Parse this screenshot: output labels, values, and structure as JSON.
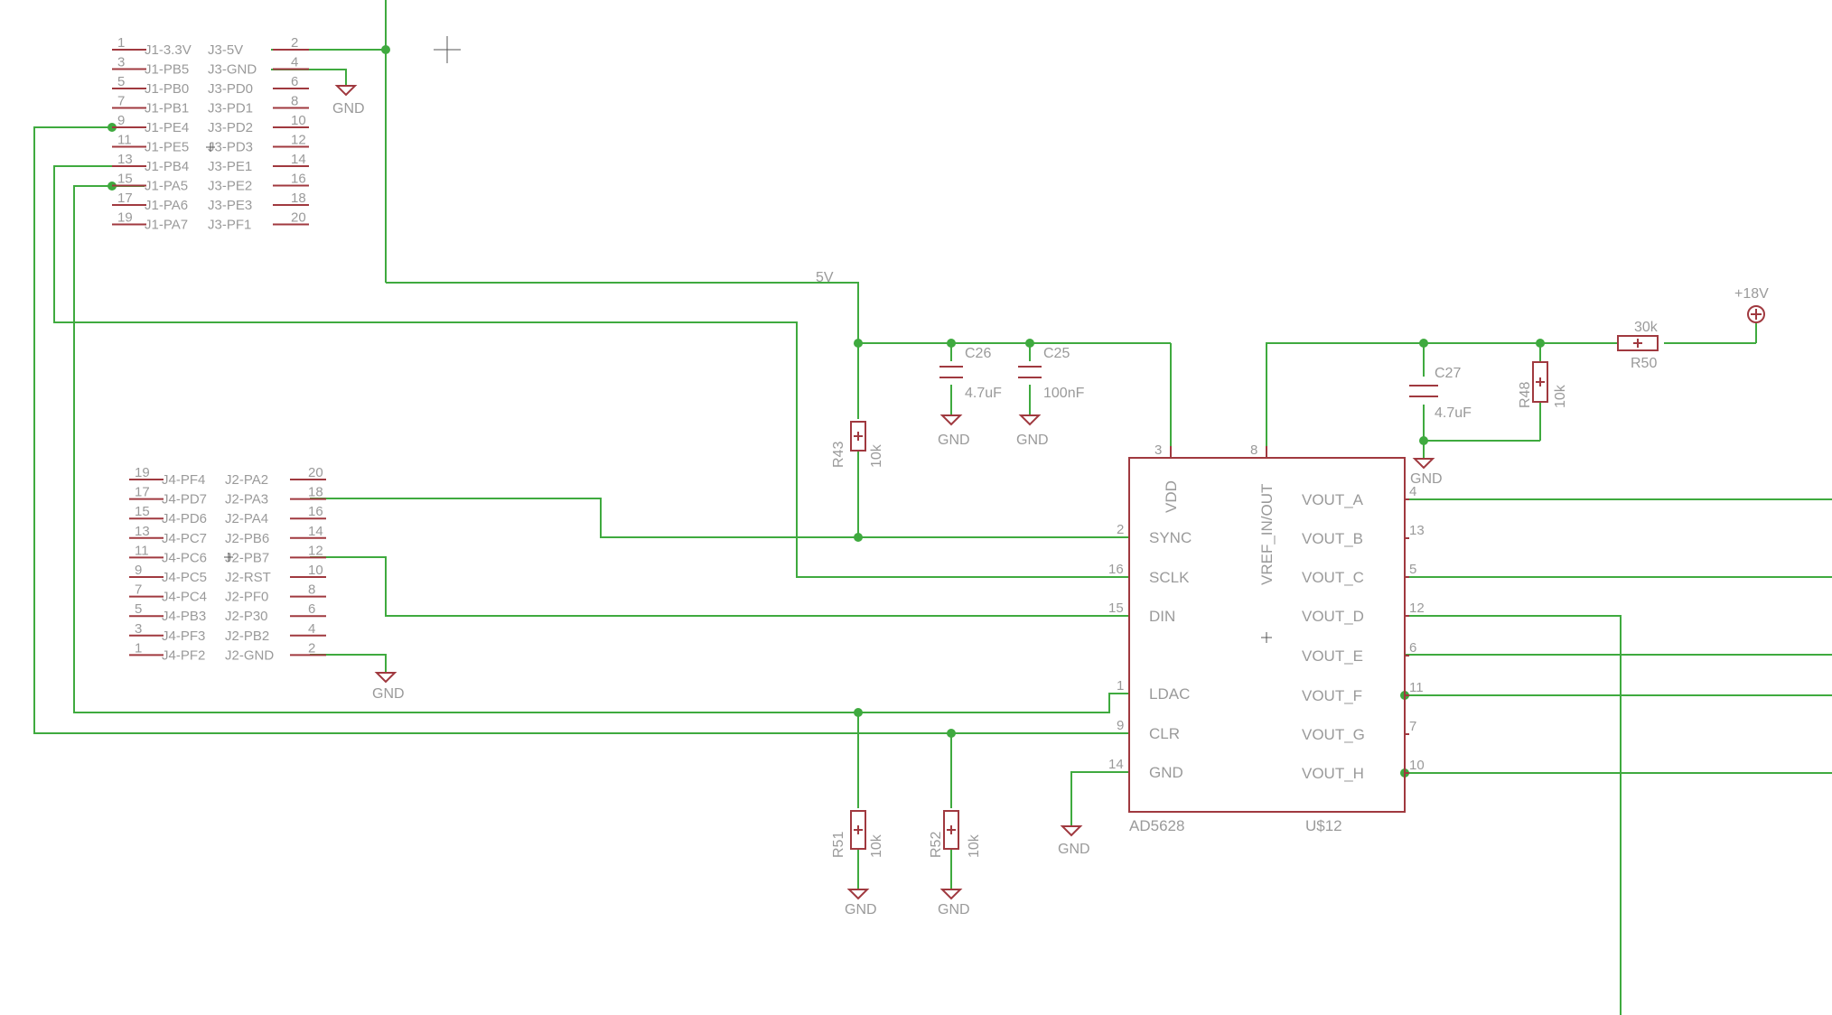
{
  "connector_j1_j3": {
    "left_pins": [
      "1",
      "3",
      "5",
      "7",
      "9",
      "11",
      "13",
      "15",
      "17",
      "19"
    ],
    "left_names": [
      "J1-3.3V",
      "J1-PB5",
      "J1-PB0",
      "J1-PB1",
      "J1-PE4",
      "J1-PE5",
      "J1-PB4",
      "J1-PA5",
      "J1-PA6",
      "J1-PA7"
    ],
    "right_names": [
      "J3-5V",
      "J3-GND",
      "J3-PD0",
      "J3-PD1",
      "J3-PD2",
      "J3-PD3",
      "J3-PE1",
      "J3-PE2",
      "J3-PE3",
      "J3-PF1"
    ],
    "right_pins": [
      "2",
      "4",
      "6",
      "8",
      "10",
      "12",
      "14",
      "16",
      "18",
      "20"
    ]
  },
  "connector_j4_j2": {
    "left_pins": [
      "19",
      "17",
      "15",
      "13",
      "11",
      "9",
      "7",
      "5",
      "3",
      "1"
    ],
    "left_names": [
      "J4-PF4",
      "J4-PD7",
      "J4-PD6",
      "J4-PC7",
      "J4-PC6",
      "J4-PC5",
      "J4-PC4",
      "J4-PB3",
      "J4-PF3",
      "J4-PF2"
    ],
    "right_names": [
      "J2-PA2",
      "J2-PA3",
      "J2-PA4",
      "J2-PB6",
      "J2-PB7",
      "J2-RST",
      "J2-PF0",
      "J2-P30",
      "J2-PB2",
      "J2-GND"
    ],
    "right_pins": [
      "20",
      "18",
      "16",
      "14",
      "12",
      "10",
      "8",
      "6",
      "4",
      "2"
    ]
  },
  "net_labels": {
    "five_v": "5V",
    "plus_18v": "+18V"
  },
  "gnd_labels": [
    "GND",
    "GND",
    "GND",
    "GND",
    "GND",
    "GND",
    "GND",
    "GND",
    "GND"
  ],
  "capacitors": [
    {
      "name": "C26",
      "value": "4.7uF"
    },
    {
      "name": "C25",
      "value": "100nF"
    },
    {
      "name": "C27",
      "value": "4.7uF"
    }
  ],
  "resistors": [
    {
      "name": "R43",
      "value": "10k"
    },
    {
      "name": "R48",
      "value": "10k"
    },
    {
      "name": "R50",
      "value": "30k"
    },
    {
      "name": "R51",
      "value": "10k"
    },
    {
      "name": "R52",
      "value": "10k"
    }
  ],
  "ic": {
    "part": "AD5628",
    "ref": "U$12",
    "top_pins": [
      {
        "num": "3",
        "name": "VDD"
      },
      {
        "num": "8",
        "name": "VREF_IN/OUT"
      }
    ],
    "left_pins": [
      {
        "num": "2",
        "name": "SYNC"
      },
      {
        "num": "16",
        "name": "SCLK"
      },
      {
        "num": "15",
        "name": "DIN"
      },
      {
        "num": "1",
        "name": "LDAC"
      },
      {
        "num": "9",
        "name": "CLR"
      },
      {
        "num": "14",
        "name": "GND"
      }
    ],
    "right_pins": [
      {
        "num": "4",
        "name": "VOUT_A"
      },
      {
        "num": "13",
        "name": "VOUT_B"
      },
      {
        "num": "5",
        "name": "VOUT_C"
      },
      {
        "num": "12",
        "name": "VOUT_D"
      },
      {
        "num": "6",
        "name": "VOUT_E"
      },
      {
        "num": "11",
        "name": "VOUT_F"
      },
      {
        "num": "7",
        "name": "VOUT_G"
      },
      {
        "num": "10",
        "name": "VOUT_H"
      }
    ]
  },
  "colors": {
    "wire": "#3faa3f",
    "part": "#a0393f",
    "text": "#9a9a9a",
    "background": "#ffffff"
  }
}
